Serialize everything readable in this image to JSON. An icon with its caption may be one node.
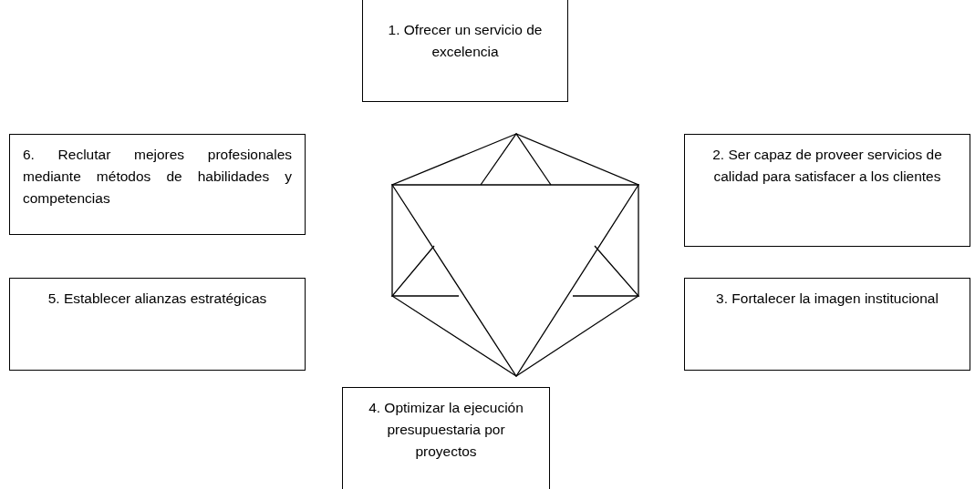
{
  "diagram": {
    "nodes": [
      {
        "text": [
          "1. Ofrecer un servicio de excelencia"
        ]
      },
      {
        "text": [
          "2. Ser capaz de proveer servicios de calidad para satisfacer a los clientes"
        ]
      },
      {
        "text": [
          "3. Fortalecer la imagen institucional"
        ]
      },
      {
        "text": [
          "4. Optimizar la ejecución presupuestaria por proyectos"
        ]
      },
      {
        "text": [
          "5. Establecer alianzas estratégicas"
        ]
      },
      {
        "text": [
          "6. Reclutar mejores profesionales mediante métodos de habilidades y competencias"
        ]
      }
    ],
    "edges": []
  }
}
